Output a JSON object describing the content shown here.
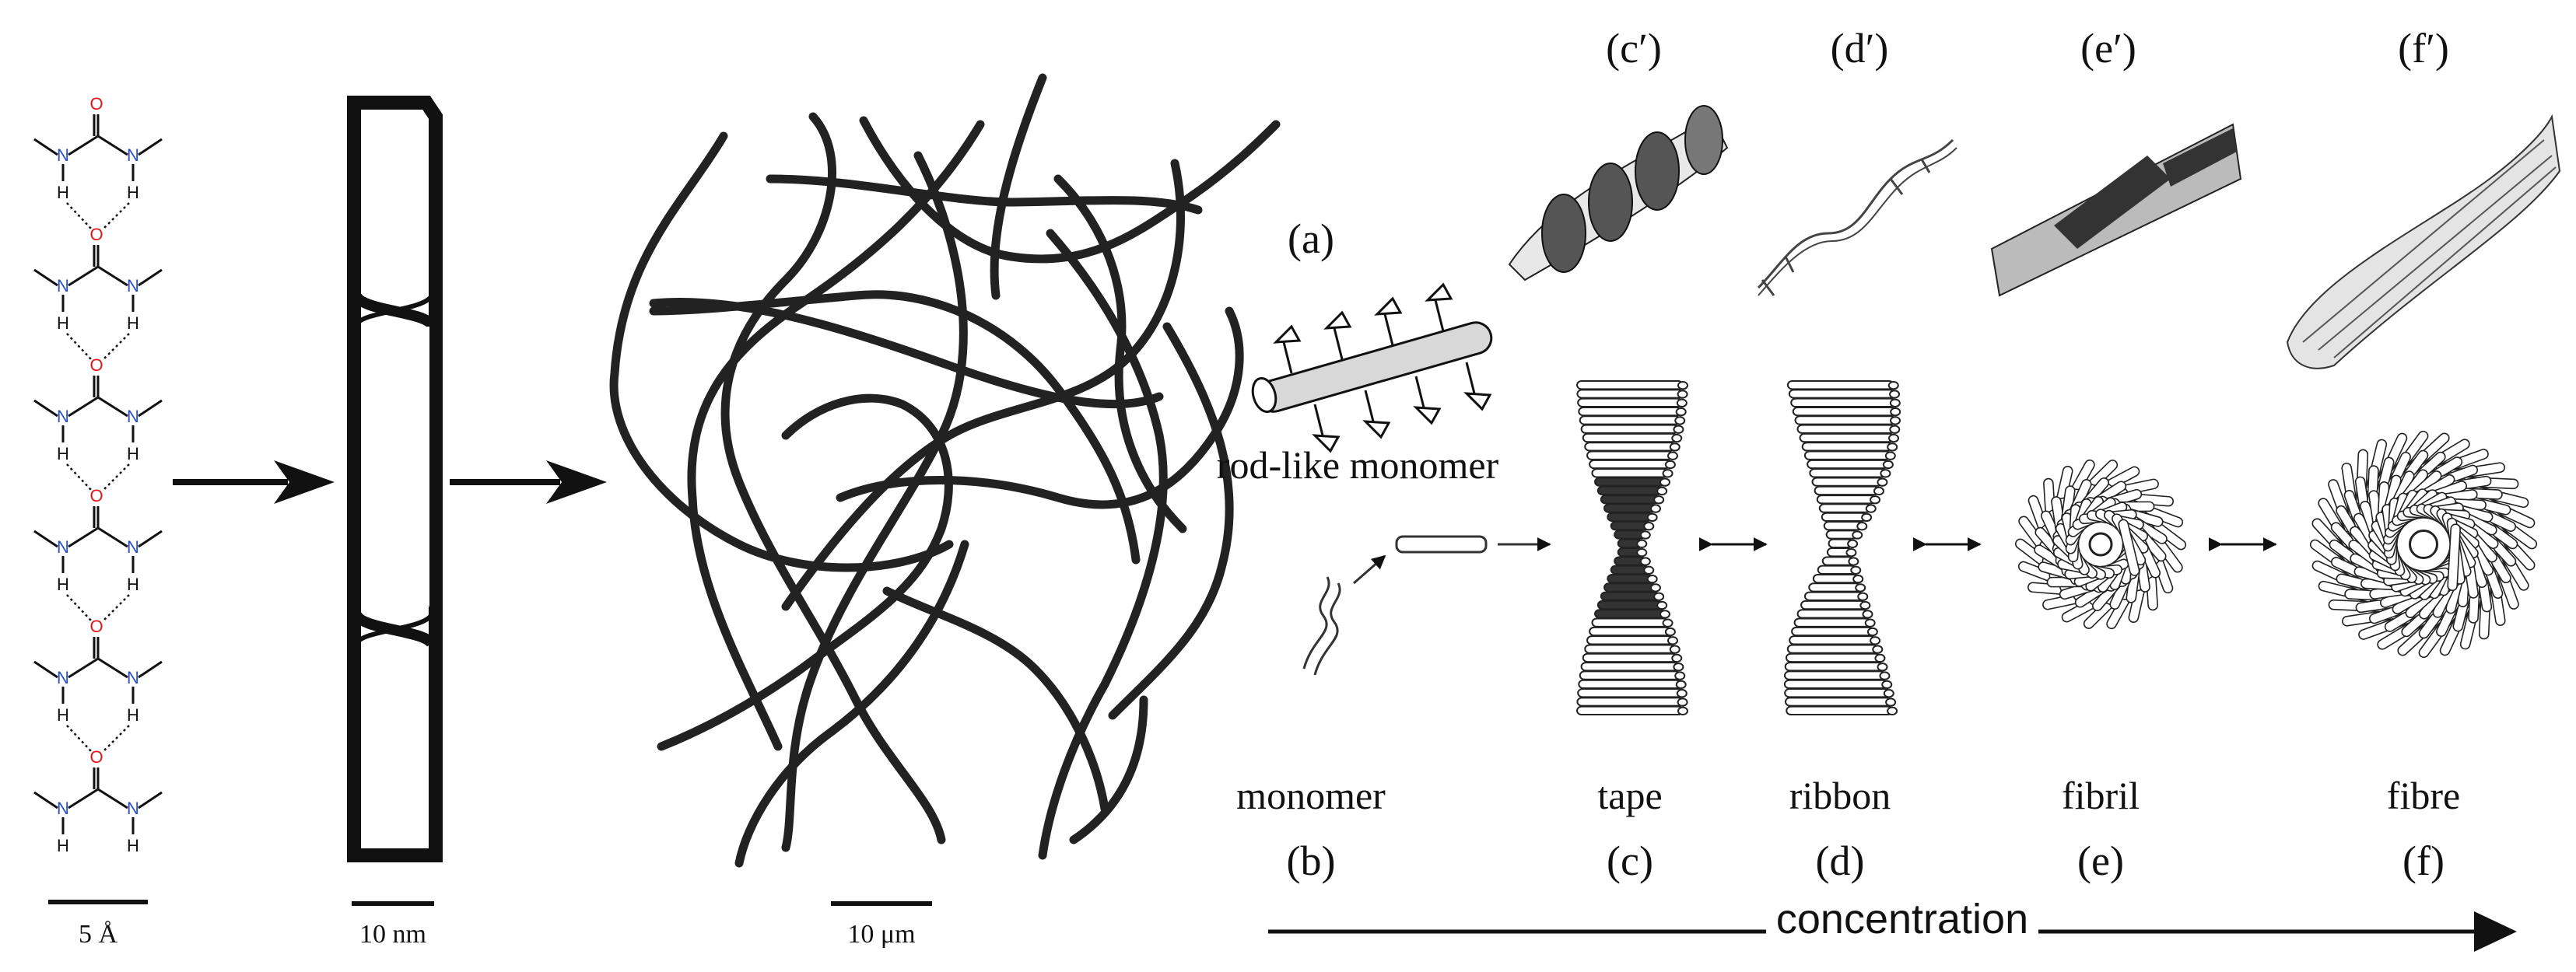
{
  "panel_left": {
    "molecule": {
      "atoms": {
        "oxygen": "O",
        "nitrogen": "N",
        "hydrogen": "H"
      },
      "units": 6,
      "colors": {
        "oxygen": "#e8141b",
        "nitrogen": "#2a50c8",
        "bond": "#111111"
      },
      "scale_label": "5 Å"
    },
    "tape": {
      "scale_label": "10 nm"
    },
    "network": {
      "scale_label": "10 μm"
    }
  },
  "panel_right": {
    "top_labels": [
      "(c′)",
      "(d′)",
      "(e′)",
      "(f′)"
    ],
    "label_a": "(a)",
    "rod_caption": "rod-like monomer",
    "names": [
      "monomer",
      "tape",
      "ribbon",
      "fibril",
      "fibre"
    ],
    "letters": [
      "(b)",
      "(c)",
      "(d)",
      "(e)",
      "(f)"
    ],
    "axis_label": "concentration"
  }
}
